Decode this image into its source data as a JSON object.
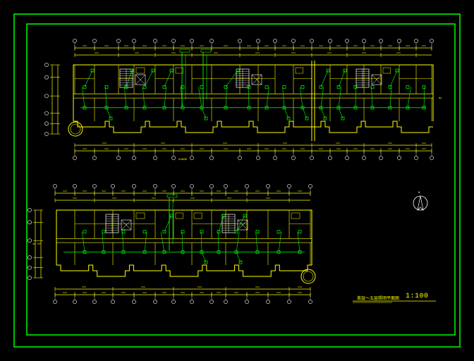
{
  "drawing": {
    "title": "首层～五层照明平面图",
    "scale": "1:100",
    "north": "N",
    "overall_dim_label": "54600",
    "lower_side_label": "1F-5F",
    "upper_side_label": "AL"
  },
  "colors": {
    "background": "#000000",
    "frame": "#00ff00",
    "wall": "#ffff00",
    "wiring": "#00ff00",
    "dimension": "#ffff00",
    "axis_bubble": "#ffffff",
    "stair": "#ffffff"
  }
}
